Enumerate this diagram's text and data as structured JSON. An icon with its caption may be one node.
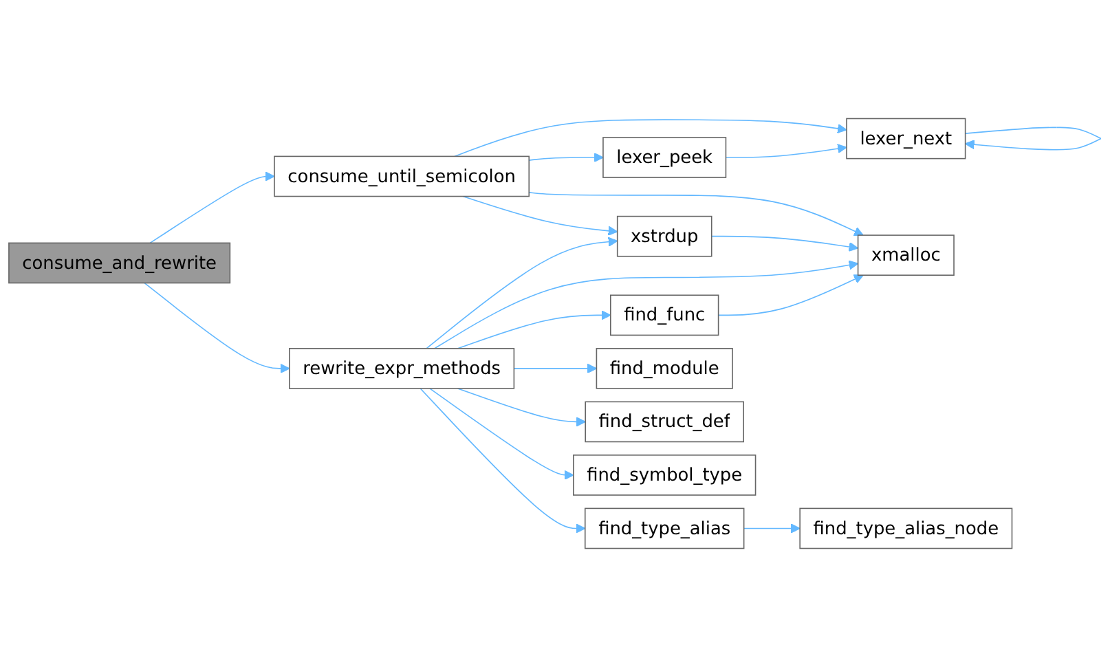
{
  "diagram": {
    "nodes": [
      {
        "text": [
          "consume_and_rewrite"
        ]
      },
      {
        "text": [
          "consume_until_semicolon"
        ]
      },
      {
        "text": [
          "rewrite_expr_methods"
        ]
      },
      {
        "text": [
          "lexer_next"
        ]
      },
      {
        "text": [
          "lexer_peek"
        ]
      },
      {
        "text": [
          "xstrdup"
        ]
      },
      {
        "text": [
          "xmalloc"
        ]
      },
      {
        "text": [
          "find_func"
        ]
      },
      {
        "text": [
          "find_module"
        ]
      },
      {
        "text": [
          "find_struct_def"
        ]
      },
      {
        "text": [
          "find_symbol_type"
        ]
      },
      {
        "text": [
          "find_type_alias"
        ]
      },
      {
        "text": [
          "find_type_alias_node"
        ]
      }
    ],
    "edges": [
      {
        "from": 0,
        "to": 1,
        "arrow": "to"
      },
      {
        "from": 0,
        "to": 2,
        "arrow": "to"
      },
      {
        "from": 1,
        "to": 3,
        "arrow": "to"
      },
      {
        "from": 1,
        "to": 4,
        "arrow": "to"
      },
      {
        "from": 1,
        "to": 6,
        "arrow": "to"
      },
      {
        "from": 1,
        "to": 5,
        "arrow": "to"
      },
      {
        "from": 3,
        "to": 3,
        "arrow": "to"
      },
      {
        "from": 4,
        "to": 3,
        "arrow": "to"
      },
      {
        "from": 5,
        "to": 6,
        "arrow": "to"
      },
      {
        "from": 2,
        "to": 5,
        "arrow": "to"
      },
      {
        "from": 2,
        "to": 6,
        "arrow": "to"
      },
      {
        "from": 2,
        "to": 7,
        "arrow": "to"
      },
      {
        "from": 2,
        "to": 8,
        "arrow": "to"
      },
      {
        "from": 2,
        "to": 9,
        "arrow": "to"
      },
      {
        "from": 2,
        "to": 10,
        "arrow": "to"
      },
      {
        "from": 2,
        "to": 11,
        "arrow": "to"
      },
      {
        "from": 7,
        "to": 6,
        "arrow": "to"
      },
      {
        "from": 11,
        "to": 12,
        "arrow": "to"
      }
    ]
  }
}
